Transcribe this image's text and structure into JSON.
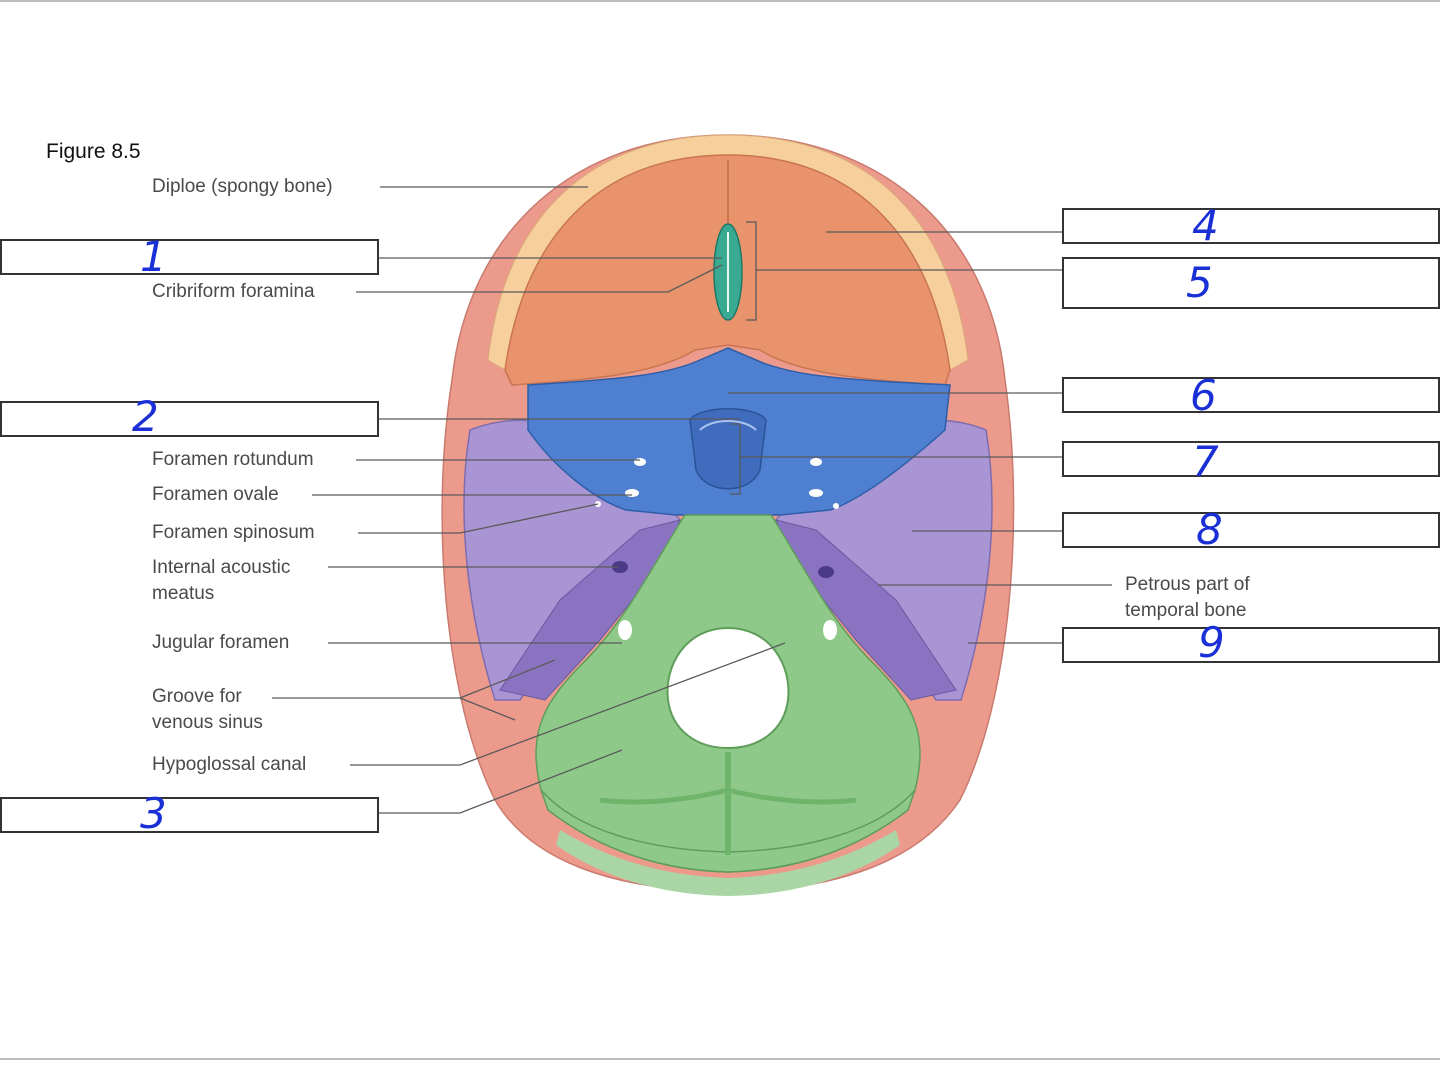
{
  "figure_title": "Figure 8.5",
  "labels": {
    "diploe": "Diploe (spongy bone)",
    "cribriform": "Cribriform foramina",
    "rotundum": "Foramen rotundum",
    "ovale": "Foramen ovale",
    "spinosum": "Foramen spinosum",
    "acoustic_1": "Internal acoustic",
    "acoustic_2": "meatus",
    "jugular": "Jugular foramen",
    "groove_1": "Groove for",
    "groove_2": "venous sinus",
    "hypoglossal": "Hypoglossal canal",
    "petrous_1": "Petrous part of",
    "petrous_2": "temporal bone"
  },
  "answers": {
    "a1": "1",
    "a2": "2",
    "a3": "3",
    "a4": "4",
    "a5": "5",
    "a6": "6",
    "a7": "7",
    "a8": "8",
    "a9": "9"
  },
  "colors": {
    "frontal": "#e9936c",
    "frontal_light": "#f3b58f",
    "diploe": "#f7cf9c",
    "sphenoid": "#4e7fd0",
    "temporal": "#a995d4",
    "occipital": "#8ec98a",
    "parietal": "#ec9a8c",
    "ethmoid": "#3aa992",
    "leader_line": "#5a5a5a",
    "handwriting": "#1a2fd6"
  }
}
